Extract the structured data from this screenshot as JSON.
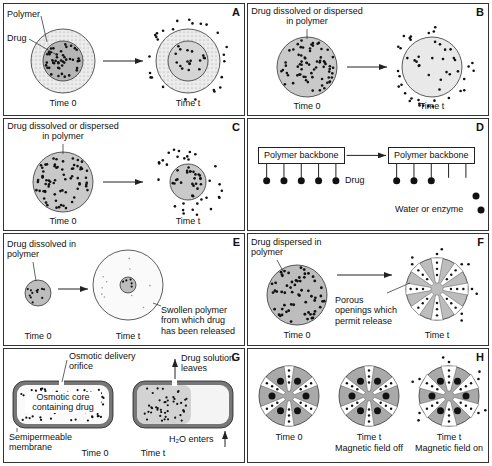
{
  "diagram": {
    "nodes": [
      {
        "text": [
          "A"
        ]
      },
      {
        "text": [
          "B"
        ]
      },
      {
        "text": [
          "C"
        ]
      },
      {
        "text": [
          "D"
        ]
      },
      {
        "text": [
          "E"
        ]
      },
      {
        "text": [
          "F"
        ]
      },
      {
        "text": [
          "G"
        ]
      },
      {
        "text": [
          "H"
        ]
      },
      {
        "text": [
          "Polymer backbone"
        ],
        "in": 3
      },
      {
        "text": [
          "Polymer backbone"
        ],
        "in": 3
      }
    ],
    "edges": [
      {
        "from": 8,
        "to": 9,
        "arrow": "to"
      }
    ],
    "labels": [
      "Polymer",
      "Drug",
      "Time 0",
      "Time t",
      "Drug dissolved or dispersed in polymer",
      "Time 0",
      "Time t",
      "Drug dissolved or dispersed in polymer",
      "Time 0",
      "Time t",
      "Drug",
      "Water or enzyme",
      "Drug dissolved in polymer",
      "Time 0",
      "Time t",
      "Swollen polymer from which drug has been released",
      "Drug dispersed in polymer",
      "Porous openings which permit release",
      "Time 0",
      "Time t",
      "Osmotic delivery orifice",
      "Drug solution leaves",
      "Semipermeable membrane",
      "Osmotic core containing drug",
      "H₂O enters",
      "Time 0",
      "Time t",
      "Time 0",
      "Time t",
      "Magnetic field off",
      "Time t",
      "Magnetic field on"
    ]
  }
}
